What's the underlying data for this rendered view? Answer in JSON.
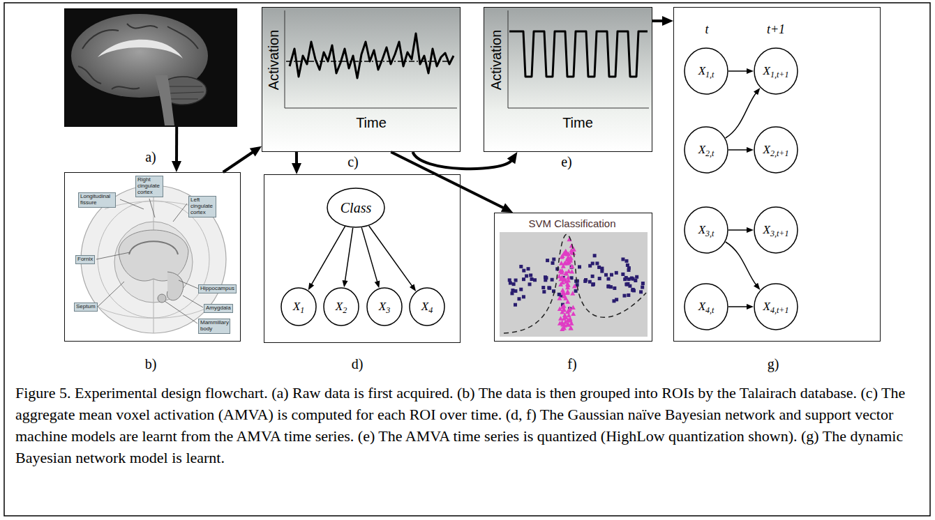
{
  "diagram": {
    "caption": "Figure 5. Experimental design flowchart. (a) Raw data is first acquired. (b) The data is then grouped into ROIs by the Talairach database. (c) The aggregate mean voxel activation (AMVA) is computed for each ROI over time. (d, f) The Gaussian naïve Bayesian network and support vector machine models are learnt from the AMVA time series. (e) The AMVA time series is quantized (HighLow quantization shown). (g) The dynamic Bayesian network model is learnt.",
    "nodes": [
      {
        "text": [
          "a)"
        ]
      },
      {
        "text": [
          "Activation",
          "Time",
          "c)"
        ]
      },
      {
        "text": [
          "Activation",
          "Time",
          "e)"
        ]
      },
      {
        "text": [
          "t",
          "t+1",
          "g)"
        ]
      },
      {
        "text": [
          "X",
          "1,t"
        ],
        "in": 3
      },
      {
        "text": [
          "X",
          "1,t+1"
        ],
        "in": 3
      },
      {
        "text": [
          "X",
          "2,t"
        ],
        "in": 3
      },
      {
        "text": [
          "X",
          "2,t+1"
        ],
        "in": 3
      },
      {
        "text": [
          "X",
          "3,t"
        ],
        "in": 3
      },
      {
        "text": [
          "X",
          "3,t+1"
        ],
        "in": 3
      },
      {
        "text": [
          "X",
          "4,t"
        ],
        "in": 3
      },
      {
        "text": [
          "X",
          "4,t+1"
        ],
        "in": 3
      },
      {
        "text": [
          "b)"
        ]
      },
      {
        "text": [
          "Longitudinal fissure"
        ],
        "in": 12
      },
      {
        "text": [
          "Right cingulate cortex"
        ],
        "in": 12
      },
      {
        "text": [
          "Left cingulate cortex"
        ],
        "in": 12
      },
      {
        "text": [
          "Fornix"
        ],
        "in": 12
      },
      {
        "text": [
          "Septum"
        ],
        "in": 12
      },
      {
        "text": [
          "Hippocampus"
        ],
        "in": 12
      },
      {
        "text": [
          "Amygdala"
        ],
        "in": 12
      },
      {
        "text": [
          "Mammillary body"
        ],
        "in": 12
      },
      {
        "text": [
          "d)"
        ]
      },
      {
        "text": [
          "Class"
        ],
        "in": 21
      },
      {
        "text": [
          "X",
          "1"
        ],
        "in": 21
      },
      {
        "text": [
          "X",
          "2"
        ],
        "in": 21
      },
      {
        "text": [
          "X",
          "3"
        ],
        "in": 21
      },
      {
        "text": [
          "X",
          "4"
        ],
        "in": 21
      },
      {
        "text": [
          "SVM Classification",
          "f)"
        ]
      }
    ],
    "edges": [
      {
        "from": 0,
        "to": 12,
        "arrow": "to"
      },
      {
        "from": 12,
        "to": 1,
        "arrow": "to"
      },
      {
        "from": 1,
        "to": 21,
        "arrow": "to"
      },
      {
        "from": 1,
        "to": 2,
        "arrow": "to"
      },
      {
        "from": 1,
        "to": 27,
        "arrow": "to"
      },
      {
        "from": 2,
        "to": 3,
        "arrow": "to"
      },
      {
        "from": 4,
        "to": 5,
        "arrow": "to"
      },
      {
        "from": 6,
        "to": 5,
        "arrow": "to"
      },
      {
        "from": 6,
        "to": 7,
        "arrow": "to"
      },
      {
        "from": 8,
        "to": 9,
        "arrow": "to"
      },
      {
        "from": 8,
        "to": 11,
        "arrow": "to"
      },
      {
        "from": 10,
        "to": 11,
        "arrow": "to"
      },
      {
        "from": 22,
        "to": 23,
        "arrow": "to"
      },
      {
        "from": 22,
        "to": 24,
        "arrow": "to"
      },
      {
        "from": 22,
        "to": 25,
        "arrow": "to"
      },
      {
        "from": 22,
        "to": 26,
        "arrow": "to"
      }
    ]
  }
}
